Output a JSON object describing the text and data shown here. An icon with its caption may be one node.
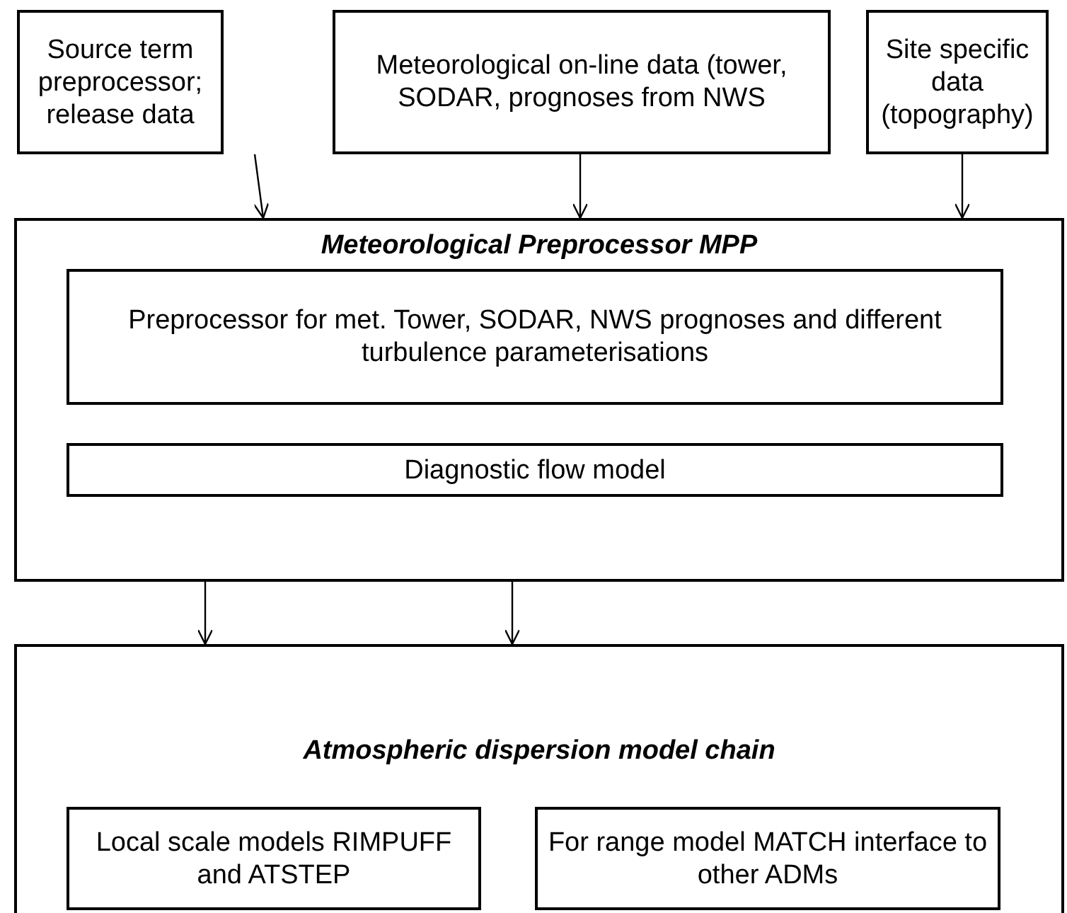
{
  "diagram": {
    "nodes": [
      {
        "text": [
          "Source term preprocessor; release data"
        ]
      },
      {
        "text": [
          "Meteorological on-line data (tower, SODAR, prognoses from NWS"
        ]
      },
      {
        "text": [
          "Site specific data (topography)"
        ]
      },
      {
        "text": [
          "Meteorological Preprocessor MPP"
        ]
      },
      {
        "text": [
          "Preprocessor for met. Tower, SODAR, NWS prognoses and different turbulence parameterisations"
        ],
        "in": 3
      },
      {
        "text": [
          "Diagnostic flow model"
        ],
        "in": 3
      },
      {
        "text": [
          "Atmospheric dispersion model chain"
        ]
      },
      {
        "text": [
          "Local scale models RIMPUFF and ATSTEP"
        ],
        "in": 6
      },
      {
        "text": [
          "For range model MATCH interface to other ADMs"
        ],
        "in": 6
      }
    ],
    "edges": [
      {
        "from": 0,
        "to": 3,
        "arrow": "to"
      },
      {
        "from": 1,
        "to": 3,
        "arrow": "to"
      },
      {
        "from": 2,
        "to": 3,
        "arrow": "to"
      },
      {
        "from": 3,
        "to": 6,
        "arrow": "to"
      },
      {
        "from": 3,
        "to": 6,
        "arrow": "to"
      }
    ]
  }
}
